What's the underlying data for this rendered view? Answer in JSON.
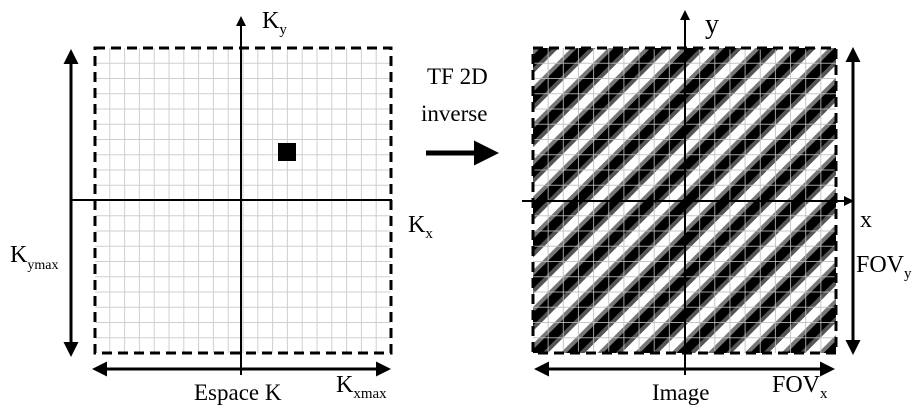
{
  "kspace": {
    "axis_ky": "K",
    "axis_ky_sub": "y",
    "axis_kx": "K",
    "axis_kx_sub": "x",
    "kymax": "K",
    "kymax_sub": "ymax",
    "kxmax": "K",
    "kxmax_sub": "xmax",
    "caption": "Espace K"
  },
  "transform": {
    "line1": "TF 2D",
    "line2": "inverse"
  },
  "image": {
    "axis_y": "y",
    "axis_x": "x",
    "fovy": "FOV",
    "fovy_sub": "y",
    "fovx": "FOV",
    "fovx_sub": "x",
    "caption": "Image"
  }
}
